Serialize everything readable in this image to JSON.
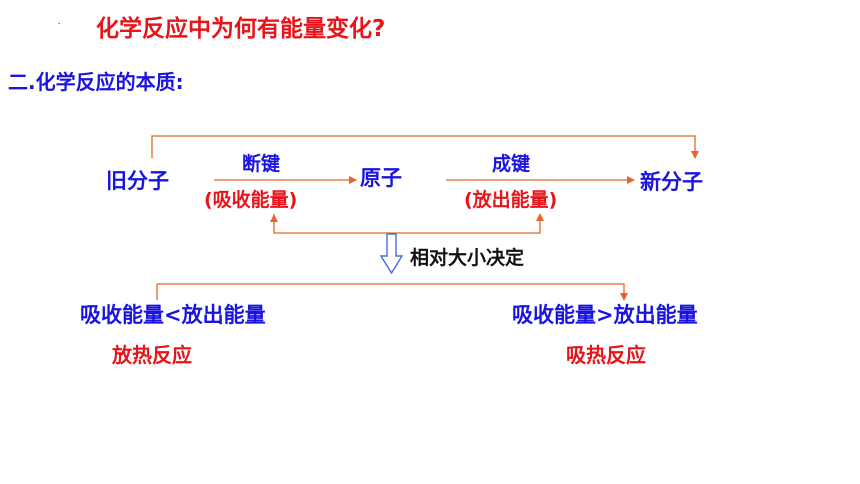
{
  "colors": {
    "title": "#e8141a",
    "blue": "#1a14e0",
    "red": "#e8141a",
    "black": "#111111",
    "arrow": "#e8652a",
    "hollow_arrow": "#4a6fd8"
  },
  "title": "化学反应中为何有能量变化?",
  "section": "二.化学反应的本质:",
  "nodes": {
    "old_molecule": "旧分子",
    "atom": "原子",
    "new_molecule": "新分子"
  },
  "steps": {
    "break_bond": "断键",
    "absorb_energy": "(吸收能量)",
    "form_bond": "成键",
    "release_energy": "(放出能量)"
  },
  "decide": "相对大小决定",
  "outcomes": {
    "left_compare": "吸收能量<放出能量",
    "left_result": "放热反应",
    "right_compare": "吸收能量>放出能量",
    "right_result": "吸热反应"
  }
}
